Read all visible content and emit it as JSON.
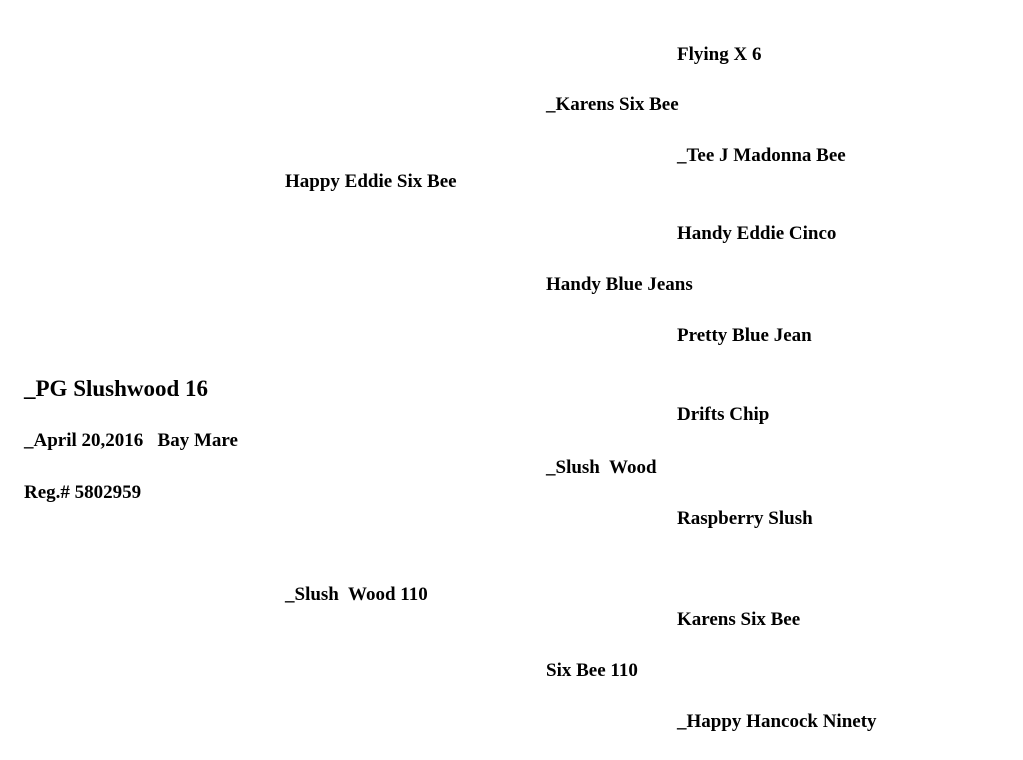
{
  "subject": {
    "name": "_PG Slushwood 16",
    "birth_line": "_April 20,2016   Bay Mare",
    "registration": "Reg.# 5802959"
  },
  "sire": {
    "name": "Happy Eddie Six Bee",
    "sire": {
      "name": "_Karens Six Bee",
      "sire": "Flying X 6",
      "dam": "_Tee J Madonna Bee"
    },
    "dam": {
      "name": "Handy Blue Jeans",
      "sire": "Handy Eddie Cinco",
      "dam": "Pretty Blue Jean"
    }
  },
  "dam": {
    "name": "_Slush  Wood 110",
    "sire": {
      "name": "_Slush  Wood",
      "sire": "Drifts Chip",
      "dam": "Raspberry Slush"
    },
    "dam": {
      "name": "Six Bee 110",
      "sire": "Karens Six Bee",
      "dam": "_Happy Hancock Ninety"
    }
  }
}
